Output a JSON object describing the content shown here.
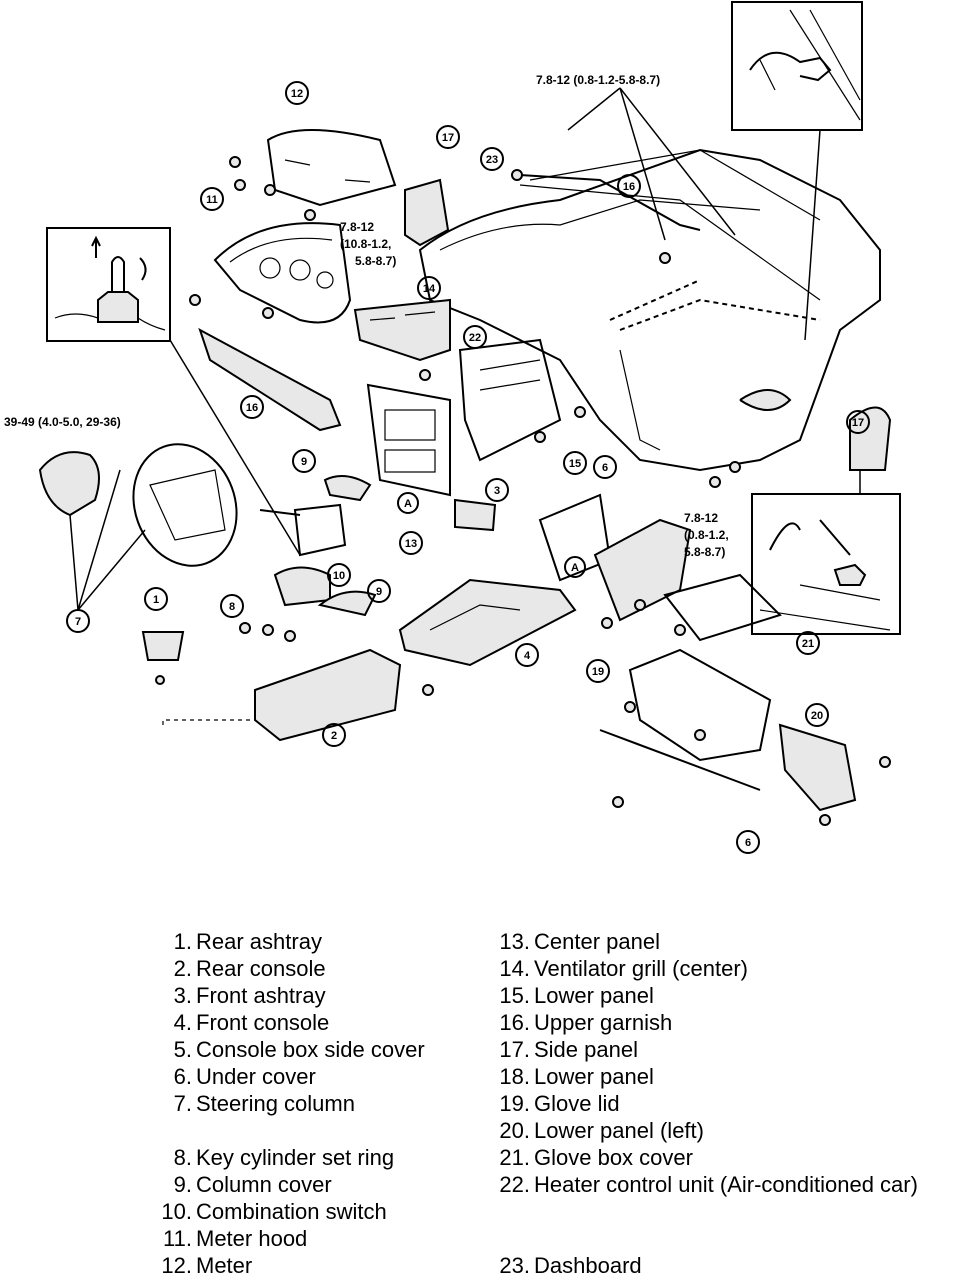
{
  "torques": {
    "t1": "7.8-12 (0.8-1.2-5.8-8.7)",
    "t2_l1": "7.8-12",
    "t2_l2": "(10.8-1.2,",
    "t2_l3": "5.8-8.7)",
    "t3": "39-49 (4.0-5.0, 29-36)",
    "t4_l1": "7.8-12",
    "t4_l2": "(0.8-1.2,",
    "t4_l3": "5.8-8.7)"
  },
  "callouts": {
    "c1": "1",
    "c2": "2",
    "c3": "3",
    "c4": "4",
    "c6a": "6",
    "c6b": "6",
    "c7": "7",
    "c8": "8",
    "c9a": "9",
    "c9b": "9",
    "c10": "10",
    "c11": "11",
    "c12": "12",
    "c13": "13",
    "c14": "14",
    "c15": "15",
    "c16a": "16",
    "c16b": "16",
    "c17a": "17",
    "c17b": "17",
    "c19": "19",
    "c20": "20",
    "c21": "21",
    "c22": "22",
    "c23": "23",
    "ca1": "A",
    "ca2": "A"
  },
  "legend_left": [
    {
      "num": "1.",
      "label": "Rear ashtray"
    },
    {
      "num": "2.",
      "label": "Rear console"
    },
    {
      "num": "3.",
      "label": "Front ashtray"
    },
    {
      "num": "4.",
      "label": "Front console"
    },
    {
      "num": "5.",
      "label": "Console box side cover"
    },
    {
      "num": "6.",
      "label": "Under cover"
    },
    {
      "num": "7.",
      "label": "Steering column"
    },
    {
      "num": "8.",
      "label": "Key cylinder set ring"
    },
    {
      "num": "9.",
      "label": "Column cover"
    },
    {
      "num": "10.",
      "label": "Combination switch"
    },
    {
      "num": "11.",
      "label": "Meter hood"
    },
    {
      "num": "12.",
      "label": "Meter"
    }
  ],
  "legend_right": [
    {
      "num": "13.",
      "label": "Center panel"
    },
    {
      "num": "14.",
      "label": "Ventilator grill (center)"
    },
    {
      "num": "15.",
      "label": "Lower panel"
    },
    {
      "num": "16.",
      "label": "Upper garnish"
    },
    {
      "num": "17.",
      "label": "Side panel"
    },
    {
      "num": "18.",
      "label": "Lower panel"
    },
    {
      "num": "19.",
      "label": "Glove lid"
    },
    {
      "num": "20.",
      "label": "Lower panel (left)"
    },
    {
      "num": "21.",
      "label": "Glove box cover"
    },
    {
      "num": "22.",
      "label": "Heater control unit (Air-conditioned car)"
    },
    {
      "num": "23.",
      "label": "Dashboard"
    }
  ]
}
